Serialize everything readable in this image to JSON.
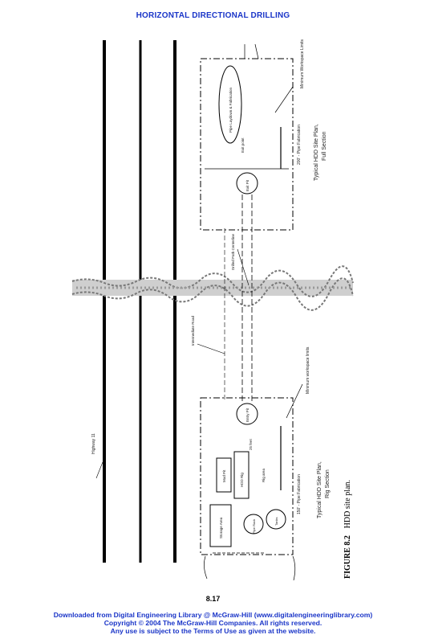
{
  "header": {
    "title": "HORIZONTAL DIRECTIONAL DRILLING"
  },
  "figure": {
    "label": "FIGURE 8.2",
    "caption": "HDD site plan.",
    "right_plan_title": "Typical HDD Site Plan,",
    "right_plan_subtitle": "Full Section",
    "left_plan_title": "Typical HDD Site Plan,",
    "left_plan_subtitle": "Rig Section",
    "dim_right": "200' - Pipe Fabrication",
    "dim_left": "150' - Pipe Fabrication",
    "workspace_right": "Minimum Workspace Limits",
    "workspace_left": "Minimum workspace limits",
    "drilled_path": "Drilled Path Centerline",
    "pipe_laydown": "Pipe Laydown & Fabrication",
    "pit_right": "Exit Pit",
    "pit_left": "Entry Pit",
    "highway": "Highway 11",
    "intermediate_road": "Intermediate Road",
    "mud_pit": "Mud Pit",
    "hdd_rig": "HDD Rig",
    "storage": "Storage Area",
    "pipe_rack": "Pipe Rack",
    "tanks": "Tanks",
    "feet_label": "25 feet",
    "inner_label": "Rig area",
    "exit_label": "Exit point"
  },
  "page": {
    "number": "8.17"
  },
  "footer": {
    "line1": "Downloaded from Digital Engineering Library @ McGraw-Hill (www.digitalengineeringlibrary.com)",
    "line2": "Copyright © 2004 The McGraw-Hill Companies. All rights reserved.",
    "line3": "Any use is subject to the Terms of Use as given at the website."
  }
}
